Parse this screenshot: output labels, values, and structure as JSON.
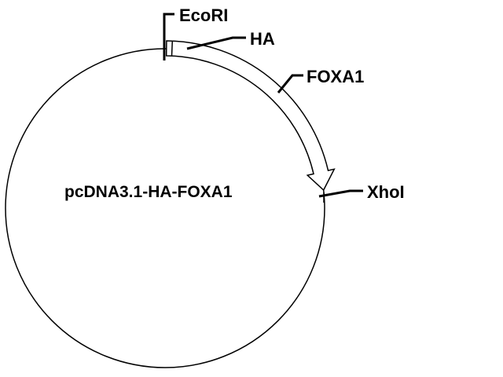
{
  "plasmid": {
    "name": "pcDNA3.1-HA-FOXA1",
    "features": {
      "ecori": "EcoRI",
      "ha": "HA",
      "foxa1": "FOXA1",
      "xhoi": "XhoI"
    }
  },
  "colors": {
    "line": "#000000",
    "background": "#ffffff"
  }
}
